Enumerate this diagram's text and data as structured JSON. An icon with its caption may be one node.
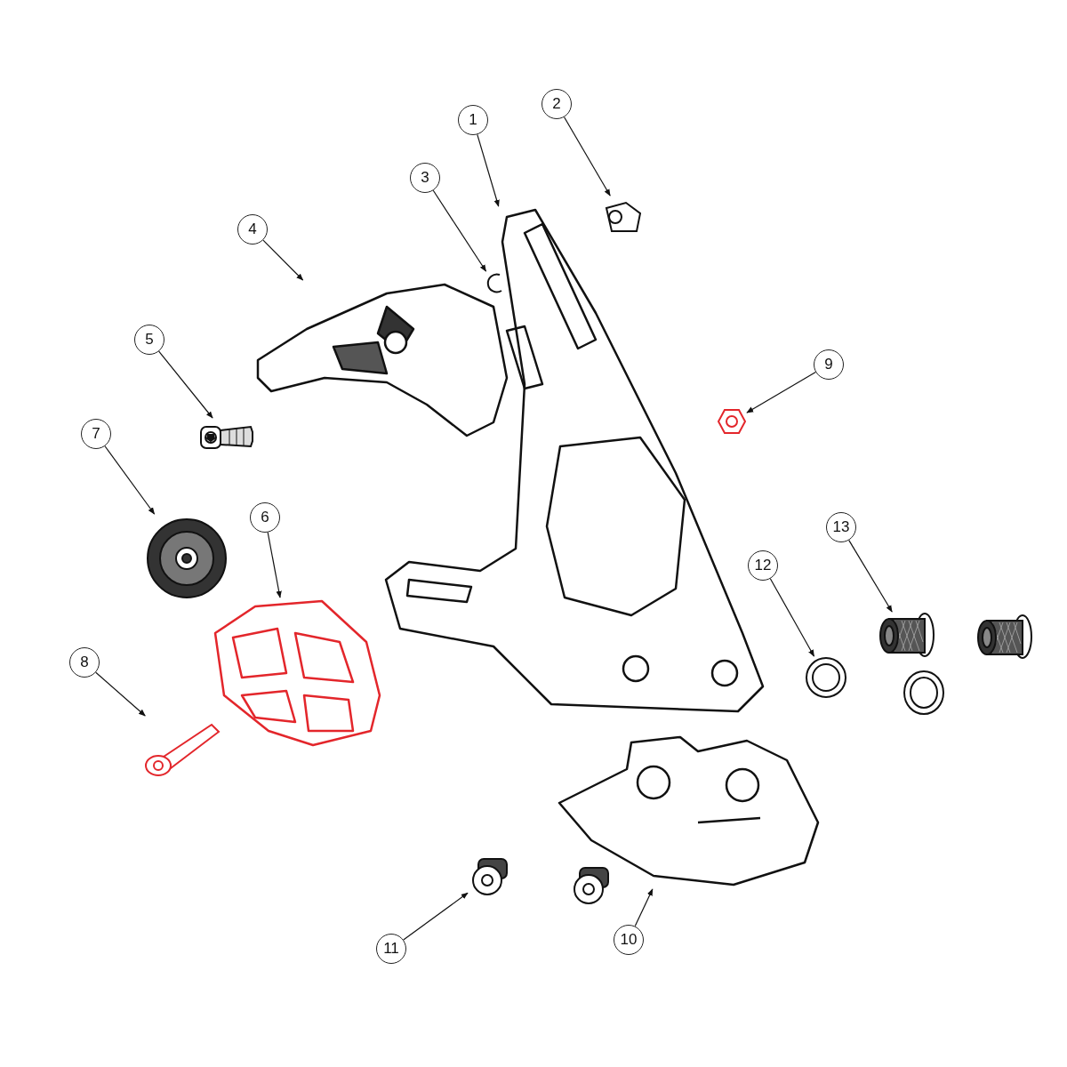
{
  "diagram": {
    "nodes": [
      {
        "text": [
          "1"
        ]
      },
      {
        "text": [
          "2"
        ]
      },
      {
        "text": [
          "3"
        ]
      },
      {
        "text": [
          "4"
        ]
      },
      {
        "text": [
          "5"
        ]
      },
      {
        "text": [
          "6"
        ]
      },
      {
        "text": [
          "7"
        ]
      },
      {
        "text": [
          "8"
        ]
      },
      {
        "text": [
          "9"
        ]
      },
      {
        "text": [
          "10"
        ]
      },
      {
        "text": [
          "11"
        ]
      },
      {
        "text": [
          "12"
        ]
      },
      {
        "text": [
          "13"
        ]
      },
      {
        "text": [],
        "shape": "picture"
      },
      {
        "text": [],
        "shape": "picture"
      },
      {
        "text": [],
        "shape": "picture"
      },
      {
        "text": [],
        "shape": "picture"
      },
      {
        "text": [],
        "shape": "picture"
      },
      {
        "text": [],
        "shape": "picture"
      },
      {
        "text": [],
        "shape": "picture"
      },
      {
        "text": [],
        "shape": "picture"
      },
      {
        "text": [],
        "shape": "picture"
      },
      {
        "text": [],
        "shape": "picture"
      },
      {
        "text": [],
        "shape": "picture"
      },
      {
        "text": [],
        "shape": "picture"
      },
      {
        "text": [],
        "shape": "picture"
      }
    ],
    "edges": [
      {
        "from": 0,
        "to": 13,
        "arrow": "to"
      },
      {
        "from": 1,
        "to": 14,
        "arrow": "to"
      },
      {
        "from": 2,
        "to": 15,
        "arrow": "to"
      },
      {
        "from": 3,
        "to": 16,
        "arrow": "to"
      },
      {
        "from": 4,
        "to": 17,
        "arrow": "to"
      },
      {
        "from": 5,
        "to": 18,
        "arrow": "to"
      },
      {
        "from": 6,
        "to": 19,
        "arrow": "to"
      },
      {
        "from": 7,
        "to": 20,
        "arrow": "to"
      },
      {
        "from": 8,
        "to": 21,
        "arrow": "to"
      },
      {
        "from": 9,
        "to": 22,
        "arrow": "to"
      },
      {
        "from": 10,
        "to": 23,
        "arrow": "to"
      },
      {
        "from": 11,
        "to": 24,
        "arrow": "to"
      },
      {
        "from": 12,
        "to": 25,
        "arrow": "to"
      }
    ]
  }
}
